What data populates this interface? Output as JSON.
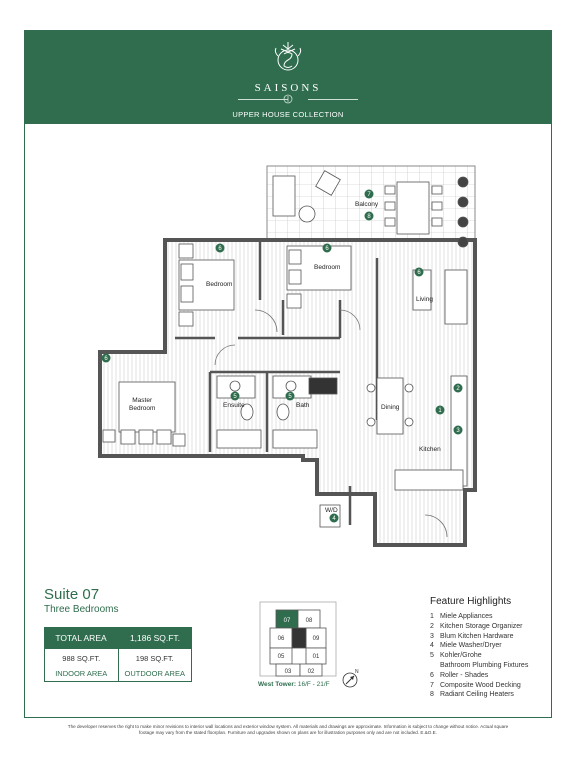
{
  "header": {
    "brand": "SAISONS",
    "collection": "UPPER HOUSE COLLECTION",
    "bg_color": "#2f6d4e",
    "logo_icon": "leaf-s-monogram-icon"
  },
  "floorplan": {
    "rooms": {
      "balcony": "Balcony",
      "bedroom_1": "Bedroom",
      "bedroom_2": "Bedroom",
      "living": "Living",
      "master": "Master\nBedroom",
      "ensuite": "Ensuite",
      "bath": "Bath",
      "dining": "Dining",
      "kitchen": "Kitchen",
      "wd": "W/D"
    },
    "markers": [
      "1",
      "2",
      "3",
      "4",
      "5",
      "5",
      "6",
      "6",
      "6",
      "6",
      "7",
      "8"
    ]
  },
  "suite": {
    "title": "Suite 07",
    "subtitle": "Three Bedrooms"
  },
  "areas": {
    "total_label": "TOTAL AREA",
    "total_value": "1,186 SQ.FT.",
    "indoor_value": "988 SQ.FT.",
    "indoor_label": "INDOOR AREA",
    "outdoor_value": "198 SQ.FT.",
    "outdoor_label": "OUTDOOR AREA"
  },
  "keyplan": {
    "units": [
      "07",
      "08",
      "06",
      "09",
      "05",
      "01",
      "03",
      "02"
    ],
    "highlight_unit": "07",
    "tower_label": "West Tower:",
    "floors": "16/F - 21/F",
    "north": "N"
  },
  "features": {
    "title": "Feature Highlights",
    "items": [
      {
        "num": "1",
        "text": "Miele Appliances"
      },
      {
        "num": "2",
        "text": "Kitchen Storage Organizer"
      },
      {
        "num": "3",
        "text": "Blum Kitchen Hardware"
      },
      {
        "num": "4",
        "text": "Miele Washer/Dryer"
      },
      {
        "num": "5",
        "text": "Kohler/Grohe\nBathroom Plumbing Fixtures"
      },
      {
        "num": "6",
        "text": "Roller - Shades"
      },
      {
        "num": "7",
        "text": "Composite Wood Decking"
      },
      {
        "num": "8",
        "text": "Radiant Ceiling Heaters"
      }
    ]
  },
  "disclaimer": "The developer reserves the right to make minor revisions to interior wall locations and exterior window system. All materials and drawings are approximate. Information is subject to change without notice. Actual square footage may vary from the stated floorplan. Furniture and upgrades shown on plans are for illustration purposes only and are not included. E.&O.E."
}
